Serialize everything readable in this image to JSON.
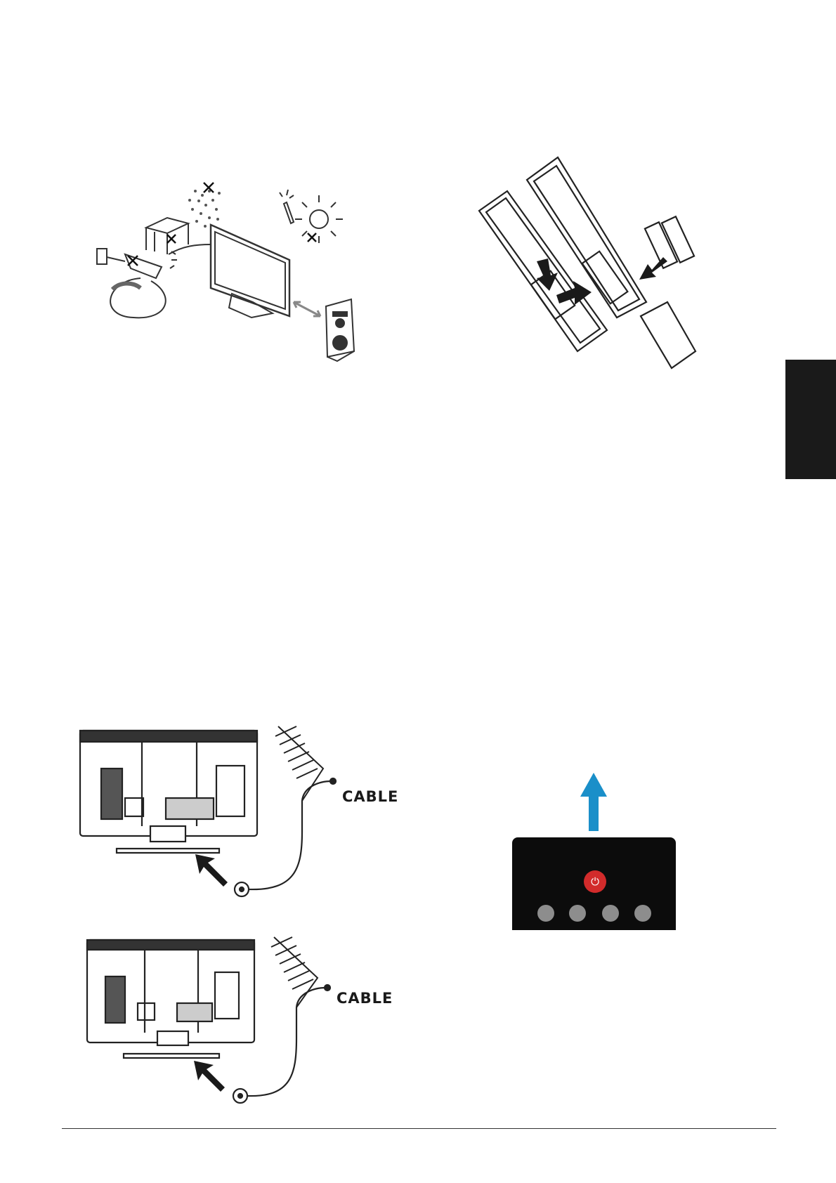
{
  "figures": {
    "safety": {
      "name": "tv-placement-safety-illustration"
    },
    "remote": {
      "name": "remote-battery-insertion-illustration"
    }
  },
  "antenna_top": {
    "label": "CABLE"
  },
  "antenna_bottom": {
    "label": "CABLE"
  },
  "control_panel": {
    "power_icon": "power-icon",
    "power_symbol": "⏻",
    "button_count": 4,
    "arrow_color": "#1a8fc9",
    "power_color": "#d22b2b"
  },
  "side_tab": {
    "color": "#1a1a1a"
  }
}
